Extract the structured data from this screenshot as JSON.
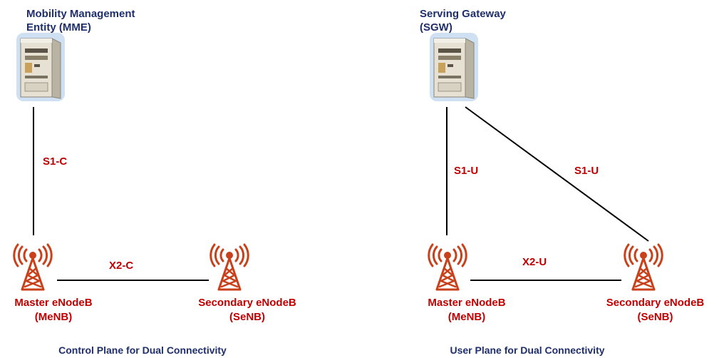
{
  "colors": {
    "title": "#1f2f6b",
    "label": "#c00000",
    "line": "#000000",
    "tower": "#c8411a"
  },
  "control_plane": {
    "core_title_line1": "Mobility Management",
    "core_title_line2": "Entity (MME)",
    "core_icon": "server-icon",
    "link_core_master": "S1-C",
    "link_master_secondary": "X2-C",
    "master_line1": "Master eNodeB",
    "master_line2": "(MeNB)",
    "secondary_line1": "Secondary eNodeB",
    "secondary_line2": "(SeNB)",
    "caption": "Control Plane for Dual Connectivity"
  },
  "user_plane": {
    "core_title_line1": "Serving Gateway",
    "core_title_line2": "(SGW)",
    "core_icon": "server-icon",
    "link_core_master": "S1-U",
    "link_core_secondary": "S1-U",
    "link_master_secondary": "X2-U",
    "master_line1": "Master eNodeB",
    "master_line2": "(MeNB)",
    "secondary_line1": "Secondary eNodeB",
    "secondary_line2": "(SeNB)",
    "caption": "User Plane for Dual Connectivity"
  }
}
